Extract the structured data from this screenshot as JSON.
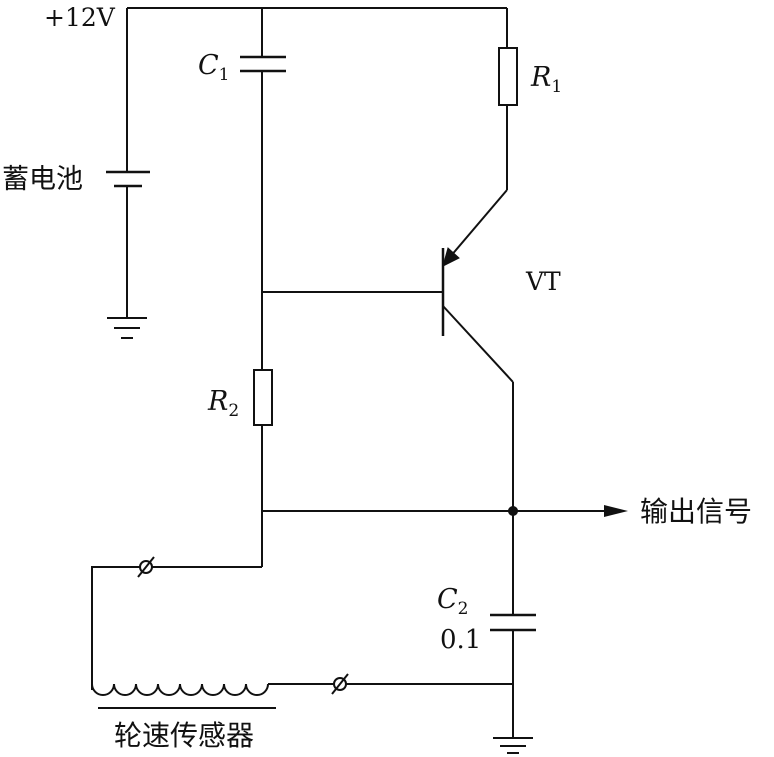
{
  "labels": {
    "supply": "+12V",
    "battery": "蓄电池",
    "c1": {
      "main": "C",
      "sub": "1"
    },
    "r1": {
      "main": "R",
      "sub": "1"
    },
    "r2": {
      "main": "R",
      "sub": "2"
    },
    "c2": {
      "main": "C",
      "sub": "2"
    },
    "c2_value": "0.1",
    "transistor": "VT",
    "output": "输出信号",
    "sensor": "轮速传感器"
  }
}
